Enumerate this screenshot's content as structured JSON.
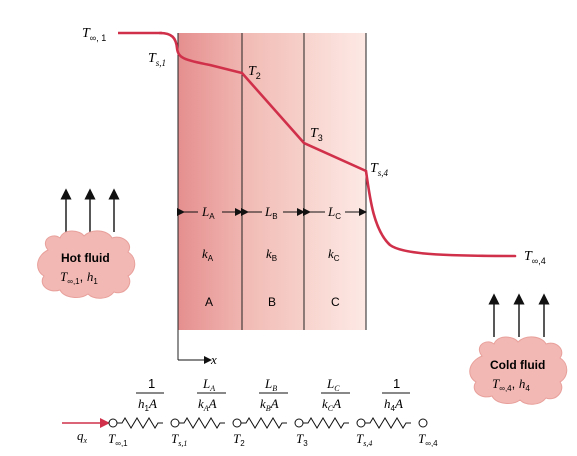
{
  "temperatures": {
    "t_inf1": {
      "sym": "T",
      "sub": "∞, 1"
    },
    "t_s1": {
      "sym": "T",
      "sub": "s,1"
    },
    "t_2": {
      "sym": "T",
      "sub": "2"
    },
    "t_3": {
      "sym": "T",
      "sub": "3"
    },
    "t_s4": {
      "sym": "T",
      "sub": "s,4"
    },
    "t_inf4": {
      "sym": "T",
      "sub": "∞,4"
    }
  },
  "layers": [
    {
      "name": "A",
      "L_sym": "L",
      "L_sub": "A",
      "k_sym": "k",
      "k_sub": "A",
      "color": "#e89a9a"
    },
    {
      "name": "B",
      "L_sym": "L",
      "L_sub": "B",
      "k_sym": "k",
      "k_sub": "B",
      "color": "#f2bdb8"
    },
    {
      "name": "C",
      "L_sym": "L",
      "L_sub": "C",
      "k_sym": "k",
      "k_sub": "C",
      "color": "#f9d6d0"
    }
  ],
  "x_axis_label": "x",
  "hot_fluid": {
    "title": "Hot fluid",
    "sym1": "T",
    "sub1": "∞,1",
    "sep": ", ",
    "sym2": "h",
    "sub2": "1"
  },
  "cold_fluid": {
    "title": "Cold fluid",
    "sym1": "T",
    "sub1": "∞,4",
    "sep": ", ",
    "sym2": "h",
    "sub2": "4"
  },
  "resistances": [
    {
      "num": "1",
      "den_sym": "h",
      "den_sub": "1",
      "den_tail": "A"
    },
    {
      "num_sym": "L",
      "num_sub": "A",
      "den_sym": "k",
      "den_sub": "A",
      "den_tail": "A"
    },
    {
      "num_sym": "L",
      "num_sub": "B",
      "den_sym": "k",
      "den_sub": "B",
      "den_tail": "A"
    },
    {
      "num_sym": "L",
      "num_sub": "C",
      "den_sym": "k",
      "den_sub": "C",
      "den_tail": "A"
    },
    {
      "num": "1",
      "den_sym": "h",
      "den_sub": "4",
      "den_tail": "A"
    }
  ],
  "circuit_nodes": [
    {
      "sym": "T",
      "sub": "∞,1"
    },
    {
      "sym": "T",
      "sub": "s,1"
    },
    {
      "sym": "T",
      "sub": "2"
    },
    {
      "sym": "T",
      "sub": "3"
    },
    {
      "sym": "T",
      "sub": "s,4"
    },
    {
      "sym": "T",
      "sub": "∞,4"
    }
  ],
  "heat_flow": {
    "sym": "q",
    "sub": "x"
  },
  "colors": {
    "profile": "#d0304a",
    "fluid_blob": "#f2b8b4",
    "wall_line": "#222222"
  }
}
